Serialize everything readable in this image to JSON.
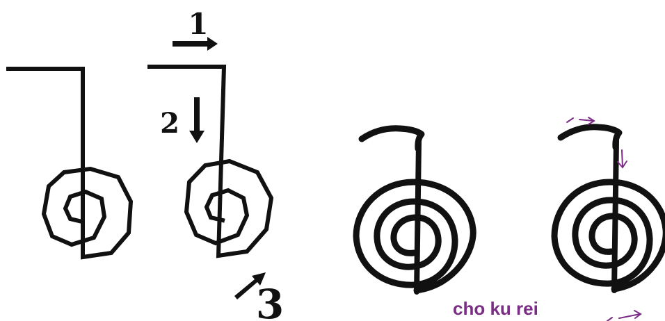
{
  "colors": {
    "ink": "#111111",
    "accent": "#7b2d86",
    "background": "#ffffff"
  },
  "diagram": {
    "step_labels": [
      "1",
      "2",
      "3"
    ],
    "caption": "cho ku rei"
  }
}
